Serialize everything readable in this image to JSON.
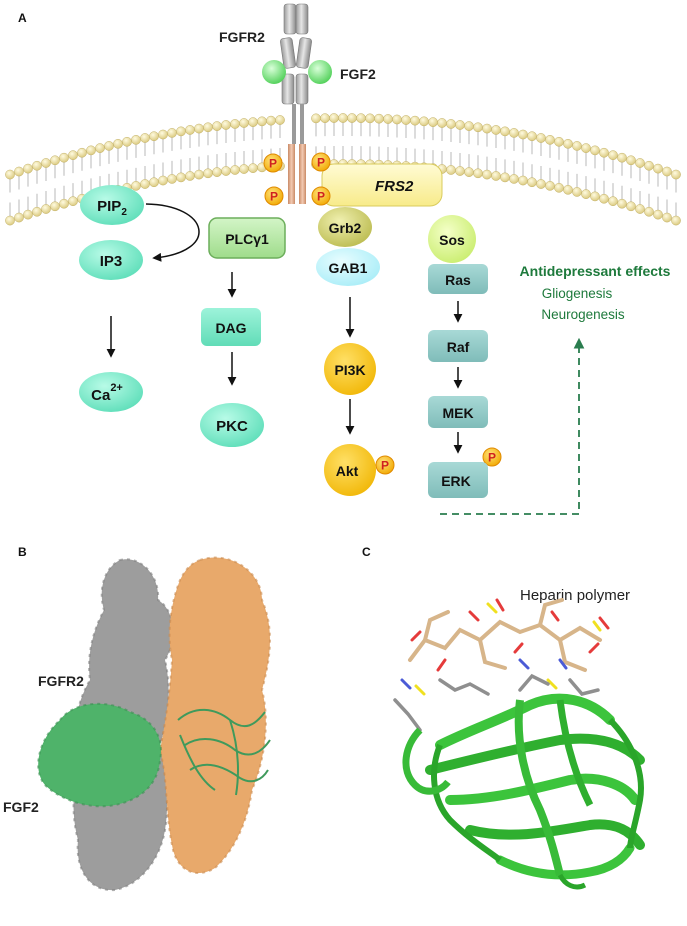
{
  "panels": {
    "a": "A",
    "b": "B",
    "c": "C"
  },
  "receptor": {
    "fgfr2": "FGFR2",
    "fgf2": "FGF2",
    "p": "P"
  },
  "nodes": {
    "pip2": "PIP",
    "pip2_sub": "2",
    "ip3": "IP3",
    "ca": "Ca",
    "ca_sup": "2+",
    "plcg1": "PLCγ1",
    "dag": "DAG",
    "pkc": "PKC",
    "frs2": "FRS2",
    "grb2": "Grb2",
    "gab1": "GAB1",
    "pi3k": "PI3K",
    "akt": "Akt",
    "sos": "Sos",
    "ras": "Ras",
    "raf": "Raf",
    "mek": "MEK",
    "erk": "ERK"
  },
  "effects": {
    "title": "Antidepressant effects",
    "line1": "Gliogenesis",
    "line2": "Neurogenesis"
  },
  "panel_b": {
    "fgfr2": "FGFR2",
    "fgf2": "FGF2"
  },
  "panel_c": {
    "heparin": "Heparin polymer"
  },
  "colors": {
    "aqua": "#7de8c8",
    "green_box": "#a9e59a",
    "teal_box": "#8fc9c6",
    "gold": "#f7c200",
    "yellow_box": "#fdf4a8",
    "effects_green": "#1e7a3c",
    "fgfr_gray": "#8f8f8f",
    "fgf_green": "#4fb36a",
    "fgfr_tan": "#e8a96b",
    "ribbon_green": "#3cc43c"
  }
}
